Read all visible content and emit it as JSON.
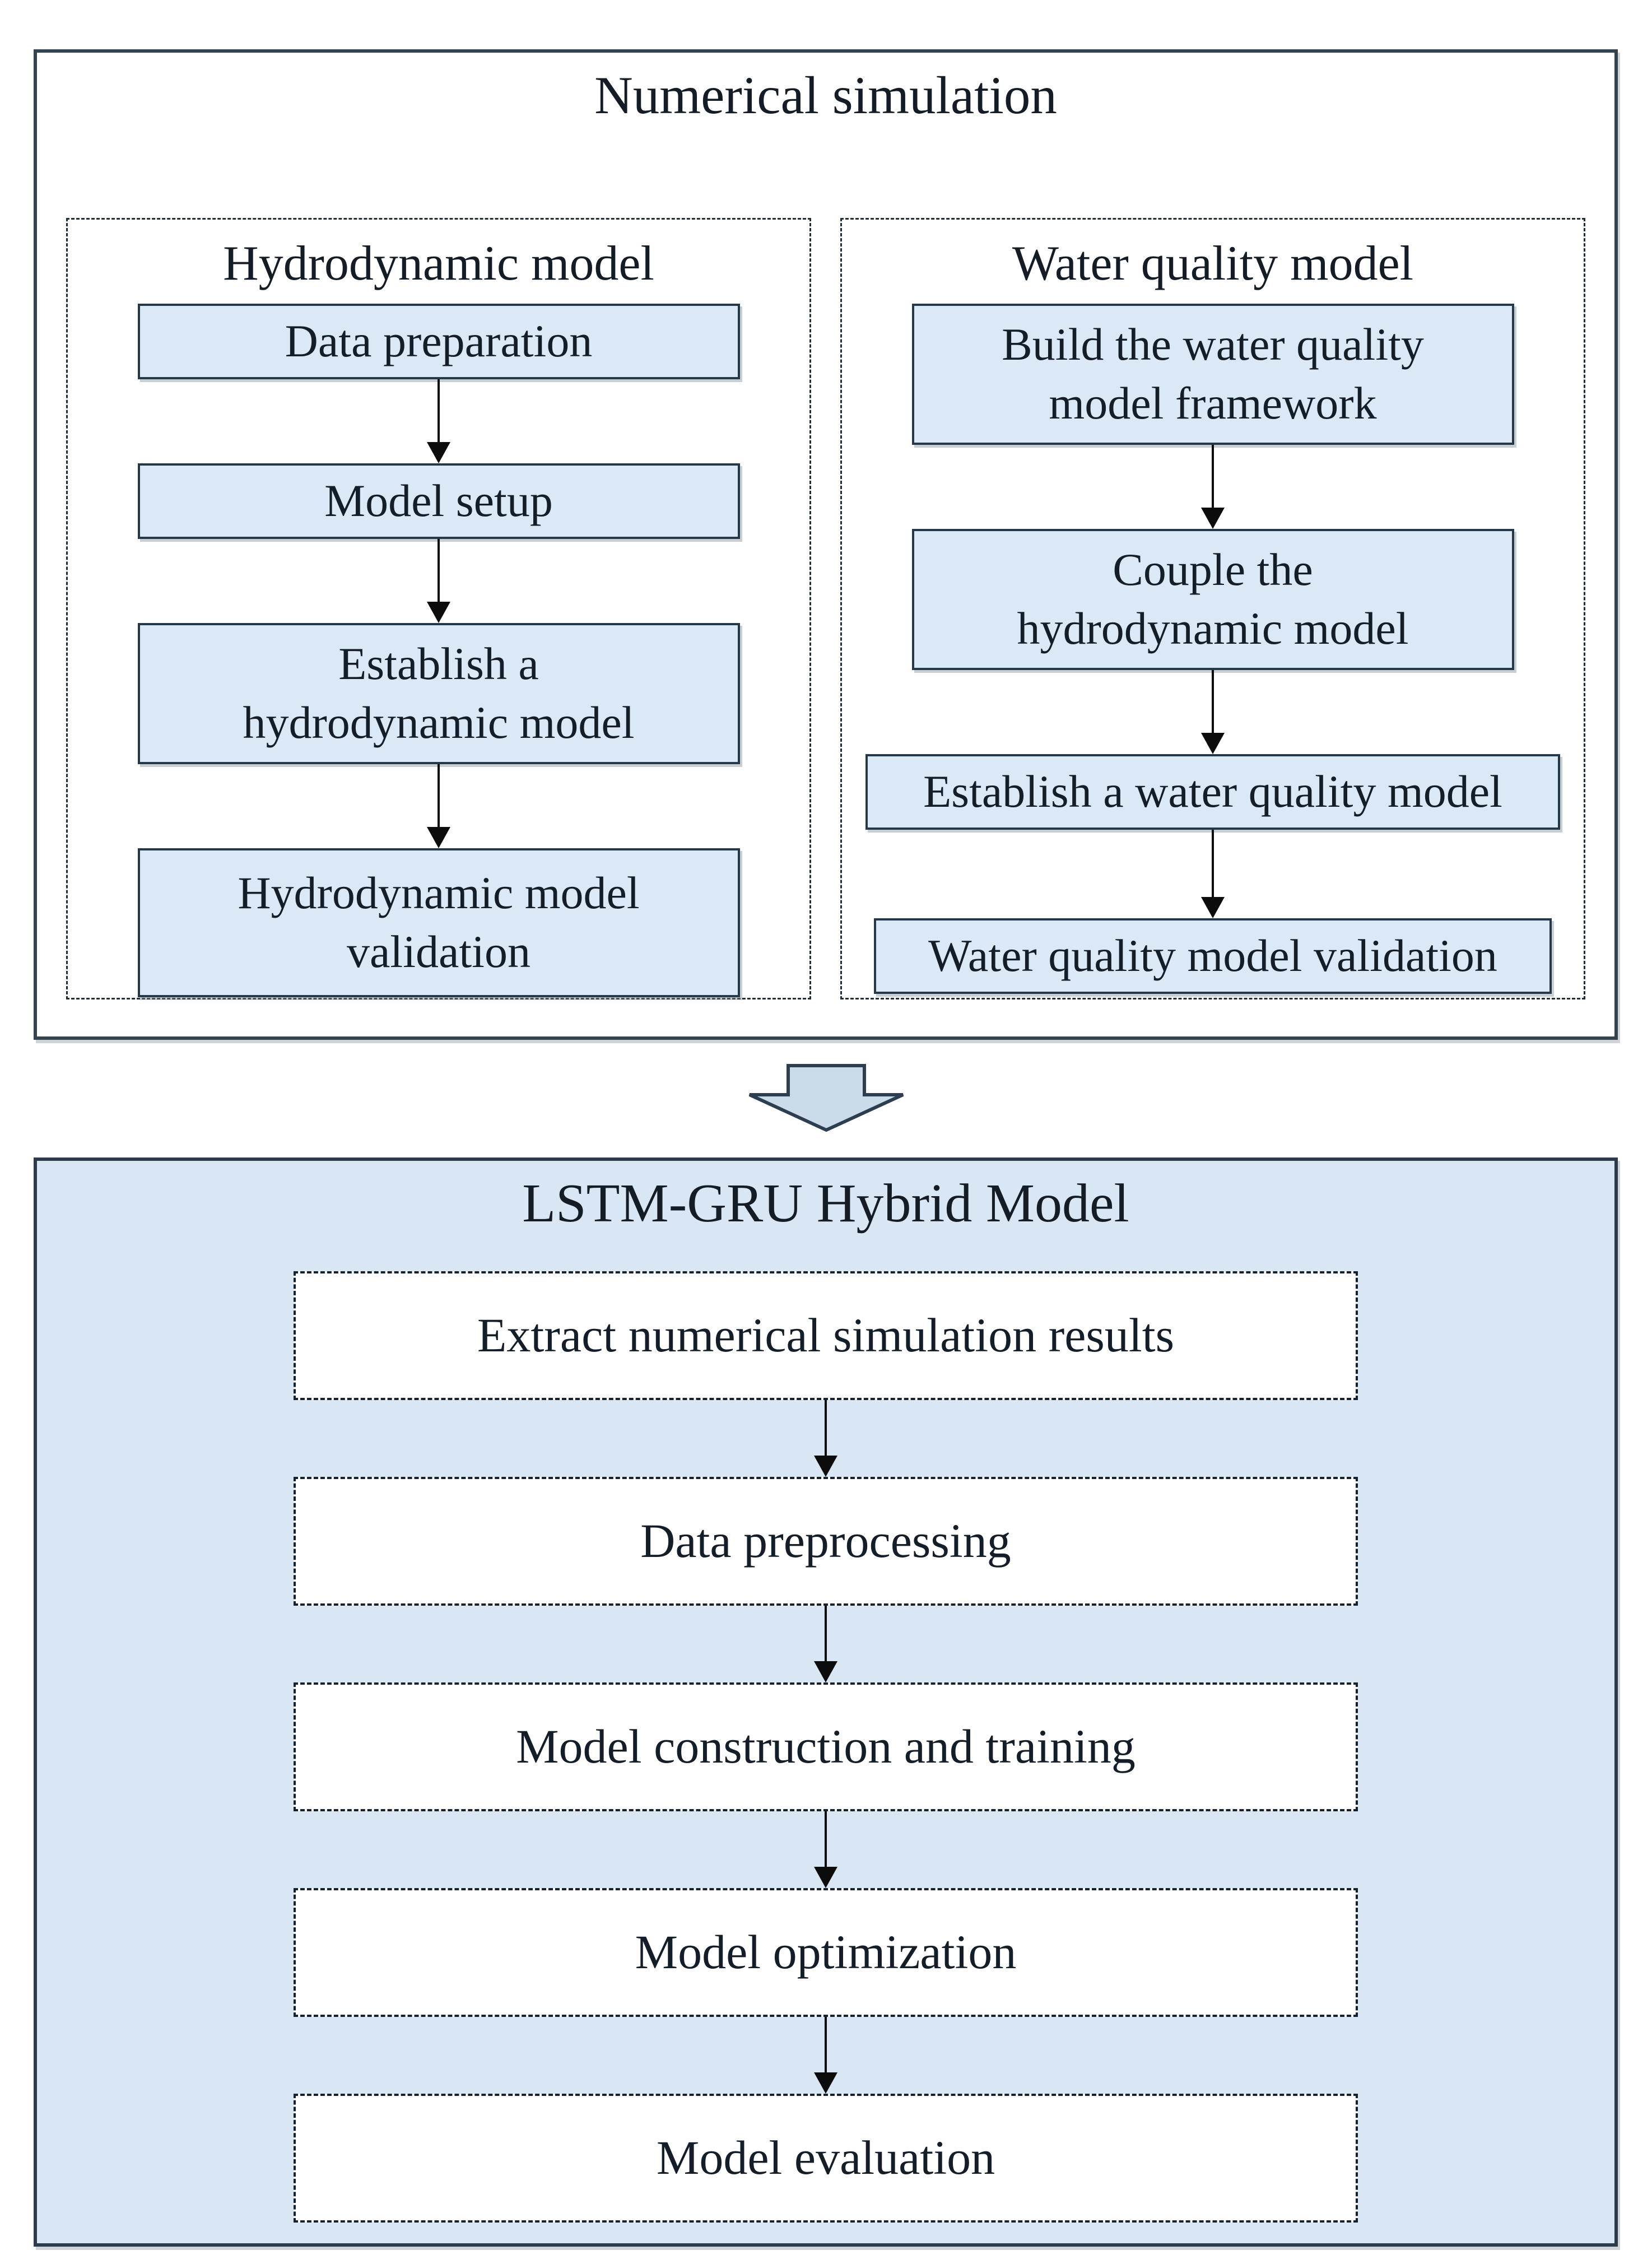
{
  "diagram": {
    "numerical_simulation": {
      "title": "Numerical simulation",
      "hydrodynamic": {
        "title": "Hydrodynamic model",
        "steps": [
          "Data preparation",
          "Model setup",
          "Establish a\nhydrodynamic model",
          "Hydrodynamic model\nvalidation"
        ]
      },
      "water_quality": {
        "title": "Water quality model",
        "steps": [
          "Build the water quality\nmodel framework",
          "Couple the\nhydrodynamic model",
          "Establish a water quality model",
          "Water quality model validation"
        ]
      }
    },
    "lstm_gru": {
      "title": "LSTM-GRU Hybrid Model",
      "steps": [
        "Extract numerical simulation results",
        "Data preprocessing",
        "Model construction and training",
        "Model optimization",
        "Model evaluation"
      ]
    },
    "colors": {
      "step_box_fill": "#dbe8f6",
      "lstm_section_fill": "#d9e6f3",
      "border_dark": "#2c3c4b",
      "block_arrow_fill": "#ccdbe9",
      "connector_black": "#0c0c0c"
    }
  }
}
